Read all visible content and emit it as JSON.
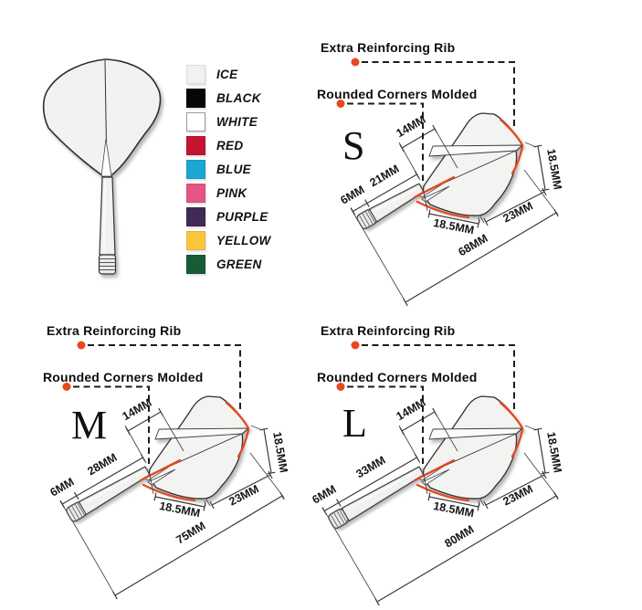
{
  "accent_red": "#e8481f",
  "legend": {
    "items": [
      {
        "label": "ICE",
        "color": "#f2f1f2",
        "border": "#dcdcdc"
      },
      {
        "label": "BLACK",
        "color": "#070606"
      },
      {
        "label": "WHITE",
        "color": "#ffffff",
        "border": "#9a9a9a"
      },
      {
        "label": "RED",
        "color": "#c41430"
      },
      {
        "label": "BLUE",
        "color": "#1ba6d4"
      },
      {
        "label": "PINK",
        "color": "#e25585"
      },
      {
        "label": "PURPLE",
        "color": "#3f2b55"
      },
      {
        "label": "YELLOW",
        "color": "#f8c53c"
      },
      {
        "label": "GREEN",
        "color": "#175c37"
      }
    ]
  },
  "callouts": {
    "rib": "Extra Reinforcing Rib",
    "corners": "Rounded Corners Molded"
  },
  "diagrams": [
    {
      "size": "S",
      "thread": "6MM",
      "shaft": "21MM",
      "front": "14MM",
      "bottom_front": "18.5MM",
      "bottom_rear": "23MM",
      "height": "18.5MM",
      "total": "68MM"
    },
    {
      "size": "M",
      "thread": "6MM",
      "shaft": "28MM",
      "front": "14MM",
      "bottom_front": "18.5MM",
      "bottom_rear": "23MM",
      "height": "18.5MM",
      "total": "75MM"
    },
    {
      "size": "L",
      "thread": "6MM",
      "shaft": "33MM",
      "front": "14MM",
      "bottom_front": "18.5MM",
      "bottom_rear": "23MM",
      "height": "18.5MM",
      "total": "80MM"
    }
  ]
}
